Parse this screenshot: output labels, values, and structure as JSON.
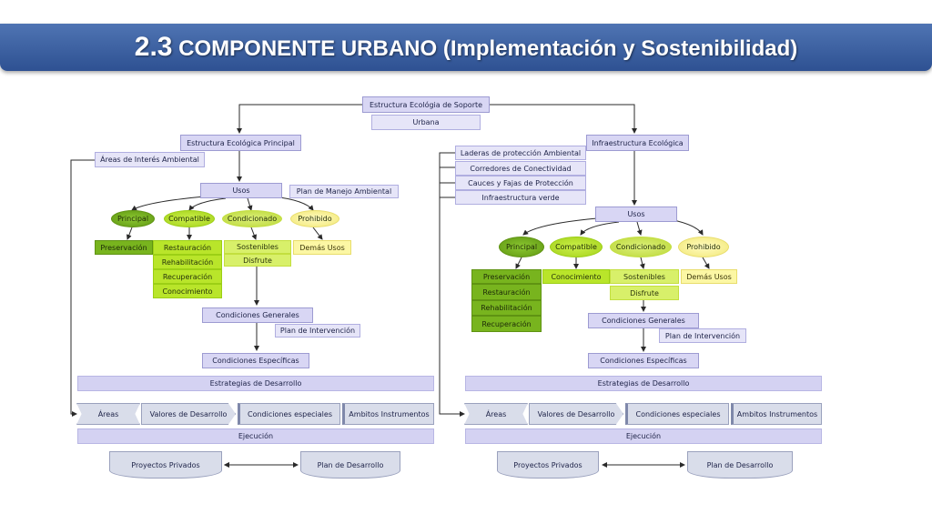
{
  "title": {
    "number": "2.3",
    "text": "COMPONENTE URBANO",
    "sub": "(Implementación y Sostenibilidad)"
  },
  "top": {
    "line1": "Estructura Ecológia de Soporte",
    "line2": "Urbana"
  },
  "left": {
    "principal": "Estructura Ecológica Principal",
    "areas_interes": "Áreas de Interés Ambiental",
    "usos": "Usos",
    "plan_manejo": "Plan de Manejo Ambiental",
    "principal_oval": "Principal",
    "compatible_oval": "Compatible",
    "condicionado_oval": "Condicionado",
    "prohibido_oval": "Prohibido",
    "preservacion": "Preservación",
    "restauracion": "Restauración",
    "rehabilitacion": "Rehabilitación",
    "recuperacion": "Recuperación",
    "conocimiento": "Conocimiento",
    "sostenibles": "Sostenibles",
    "disfrute": "Disfrute",
    "demas_usos": "Demás Usos",
    "cond_generales": "Condiciones Generales",
    "plan_intervencion": "Plan de Intervención",
    "cond_especificas": "Condiciones Específicas",
    "estrategias": "Estrategias de Desarrollo",
    "areas": "Áreas",
    "valores": "Valores de Desarrollo",
    "cond_especiales": "Condiciones especiales",
    "ambitos": "Ambitos Instrumentos",
    "ejecucion": "Ejecución",
    "proyectos": "Proyectos Privados",
    "plan_desarrollo": "Plan de Desarrollo"
  },
  "right": {
    "infra": "Infraestructura Ecológica",
    "laderas": "Laderas de protección Ambiental",
    "corredores": "Corredores de Conectividad",
    "cauces": "Cauces y Fajas de Protección",
    "infra_verde": "Infraestructura verde",
    "usos": "Usos",
    "principal_oval": "Principal",
    "compatible_oval": "Compatible",
    "condicionado_oval": "Condicionado",
    "prohibido_oval": "Prohibido",
    "preservacion": "Preservación",
    "restauracion": "Restauración",
    "rehabilitacion": "Rehabilitación",
    "recuperacion": "Recuperación",
    "conocimiento": "Conocimiento",
    "sostenibles": "Sostenibles",
    "disfrute": "Disfrute",
    "demas_usos": "Demás Usos",
    "cond_generales": "Condiciones Generales",
    "plan_intervencion": "Plan de Intervención",
    "cond_especificas": "Condiciones Específicas",
    "estrategias": "Estrategias de Desarrollo",
    "areas": "Áreas",
    "valores": "Valores de Desarrollo",
    "cond_especiales": "Condiciones especiales",
    "ambitos": "Ambitos Instrumentos",
    "ejecucion": "Ejecución",
    "proyectos": "Proyectos Privados",
    "plan_desarrollo": "Plan de Desarrollo"
  },
  "colors": {
    "banner": "#3b5fa0",
    "lavender": "#d8d6f4",
    "dark_green": "#78b41e",
    "light_green": "#b9e52a",
    "yellow": "#fcf7a4",
    "connector": "#2a2a2a"
  }
}
